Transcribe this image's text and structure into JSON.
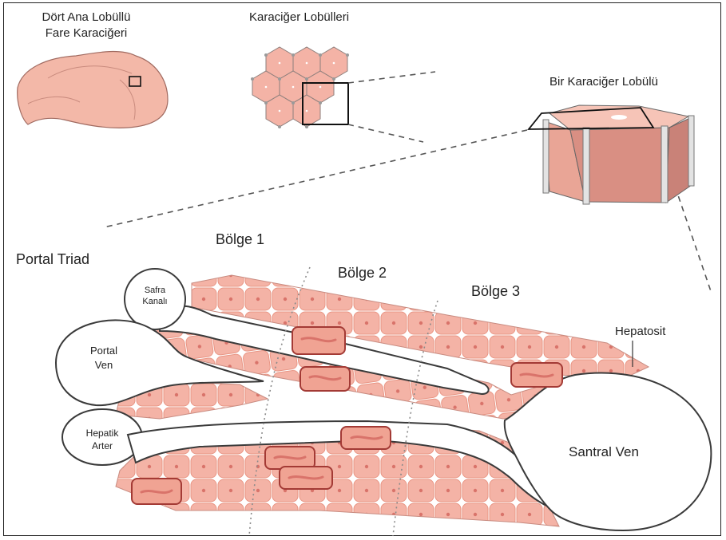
{
  "labels": {
    "mouse_liver_line1": "Dört Ana Lobüllü",
    "mouse_liver_line2": "Fare Karaciğeri",
    "lobules": "Karaciğer Lobülleri",
    "single_lobule": "Bir Karaciğer Lobülü",
    "portal_triad": "Portal Triad",
    "zone1": "Bölge 1",
    "zone2": "Bölge 2",
    "zone3": "Bölge 3",
    "bile_duct_line1": "Safra",
    "bile_duct_line2": "Kanalı",
    "portal_vein_line1": "Portal",
    "portal_vein_line2": "Ven",
    "hepatic_artery_line1": "Hepatik",
    "hepatic_artery_line2": "Arter",
    "central_vein": "Santral Ven",
    "hepatocyte": "Hepatosit"
  },
  "colors": {
    "hepatocyte_fill": "#f4b3a6",
    "hepatocyte_nucleus": "#d9736a",
    "kupffer_outline": "#a33a35",
    "vessel_outline": "#3a3a3a"
  }
}
